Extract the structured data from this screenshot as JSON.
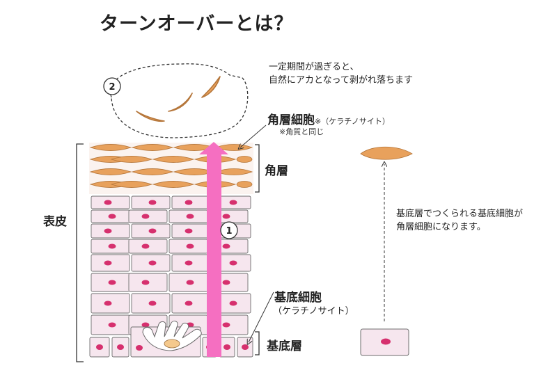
{
  "title": "ターンオーバーとは？",
  "shedding_note": [
    "一定期間が過ぎると、",
    "自然にアカとなって剥がれ落ちます"
  ],
  "corneocyte_label": "角層細胞",
  "corneocyte_suffix": "※（ケラチノサイト）",
  "corneocyte_note": "※角質と同じ",
  "stratum_corneum_label": "角層",
  "epidermis_label": "表皮",
  "basal_cell_label": "基底細胞",
  "basal_cell_sub": "（ケラチノサイト）",
  "basal_layer_label": "基底層",
  "side_note": [
    "基底層でつくられる基底細胞が",
    "角層細胞になります。"
  ],
  "step_1": "1",
  "step_2": "2",
  "colors": {
    "flake": "#e8a15c",
    "flake_stroke": "#b5763a",
    "nucleus": "#d6306e",
    "cell_fill": "#f6e6ee",
    "cell_stroke": "#6e6e6e",
    "arrow": "#f56fc1",
    "layer_fill": "#fbf3ef"
  }
}
